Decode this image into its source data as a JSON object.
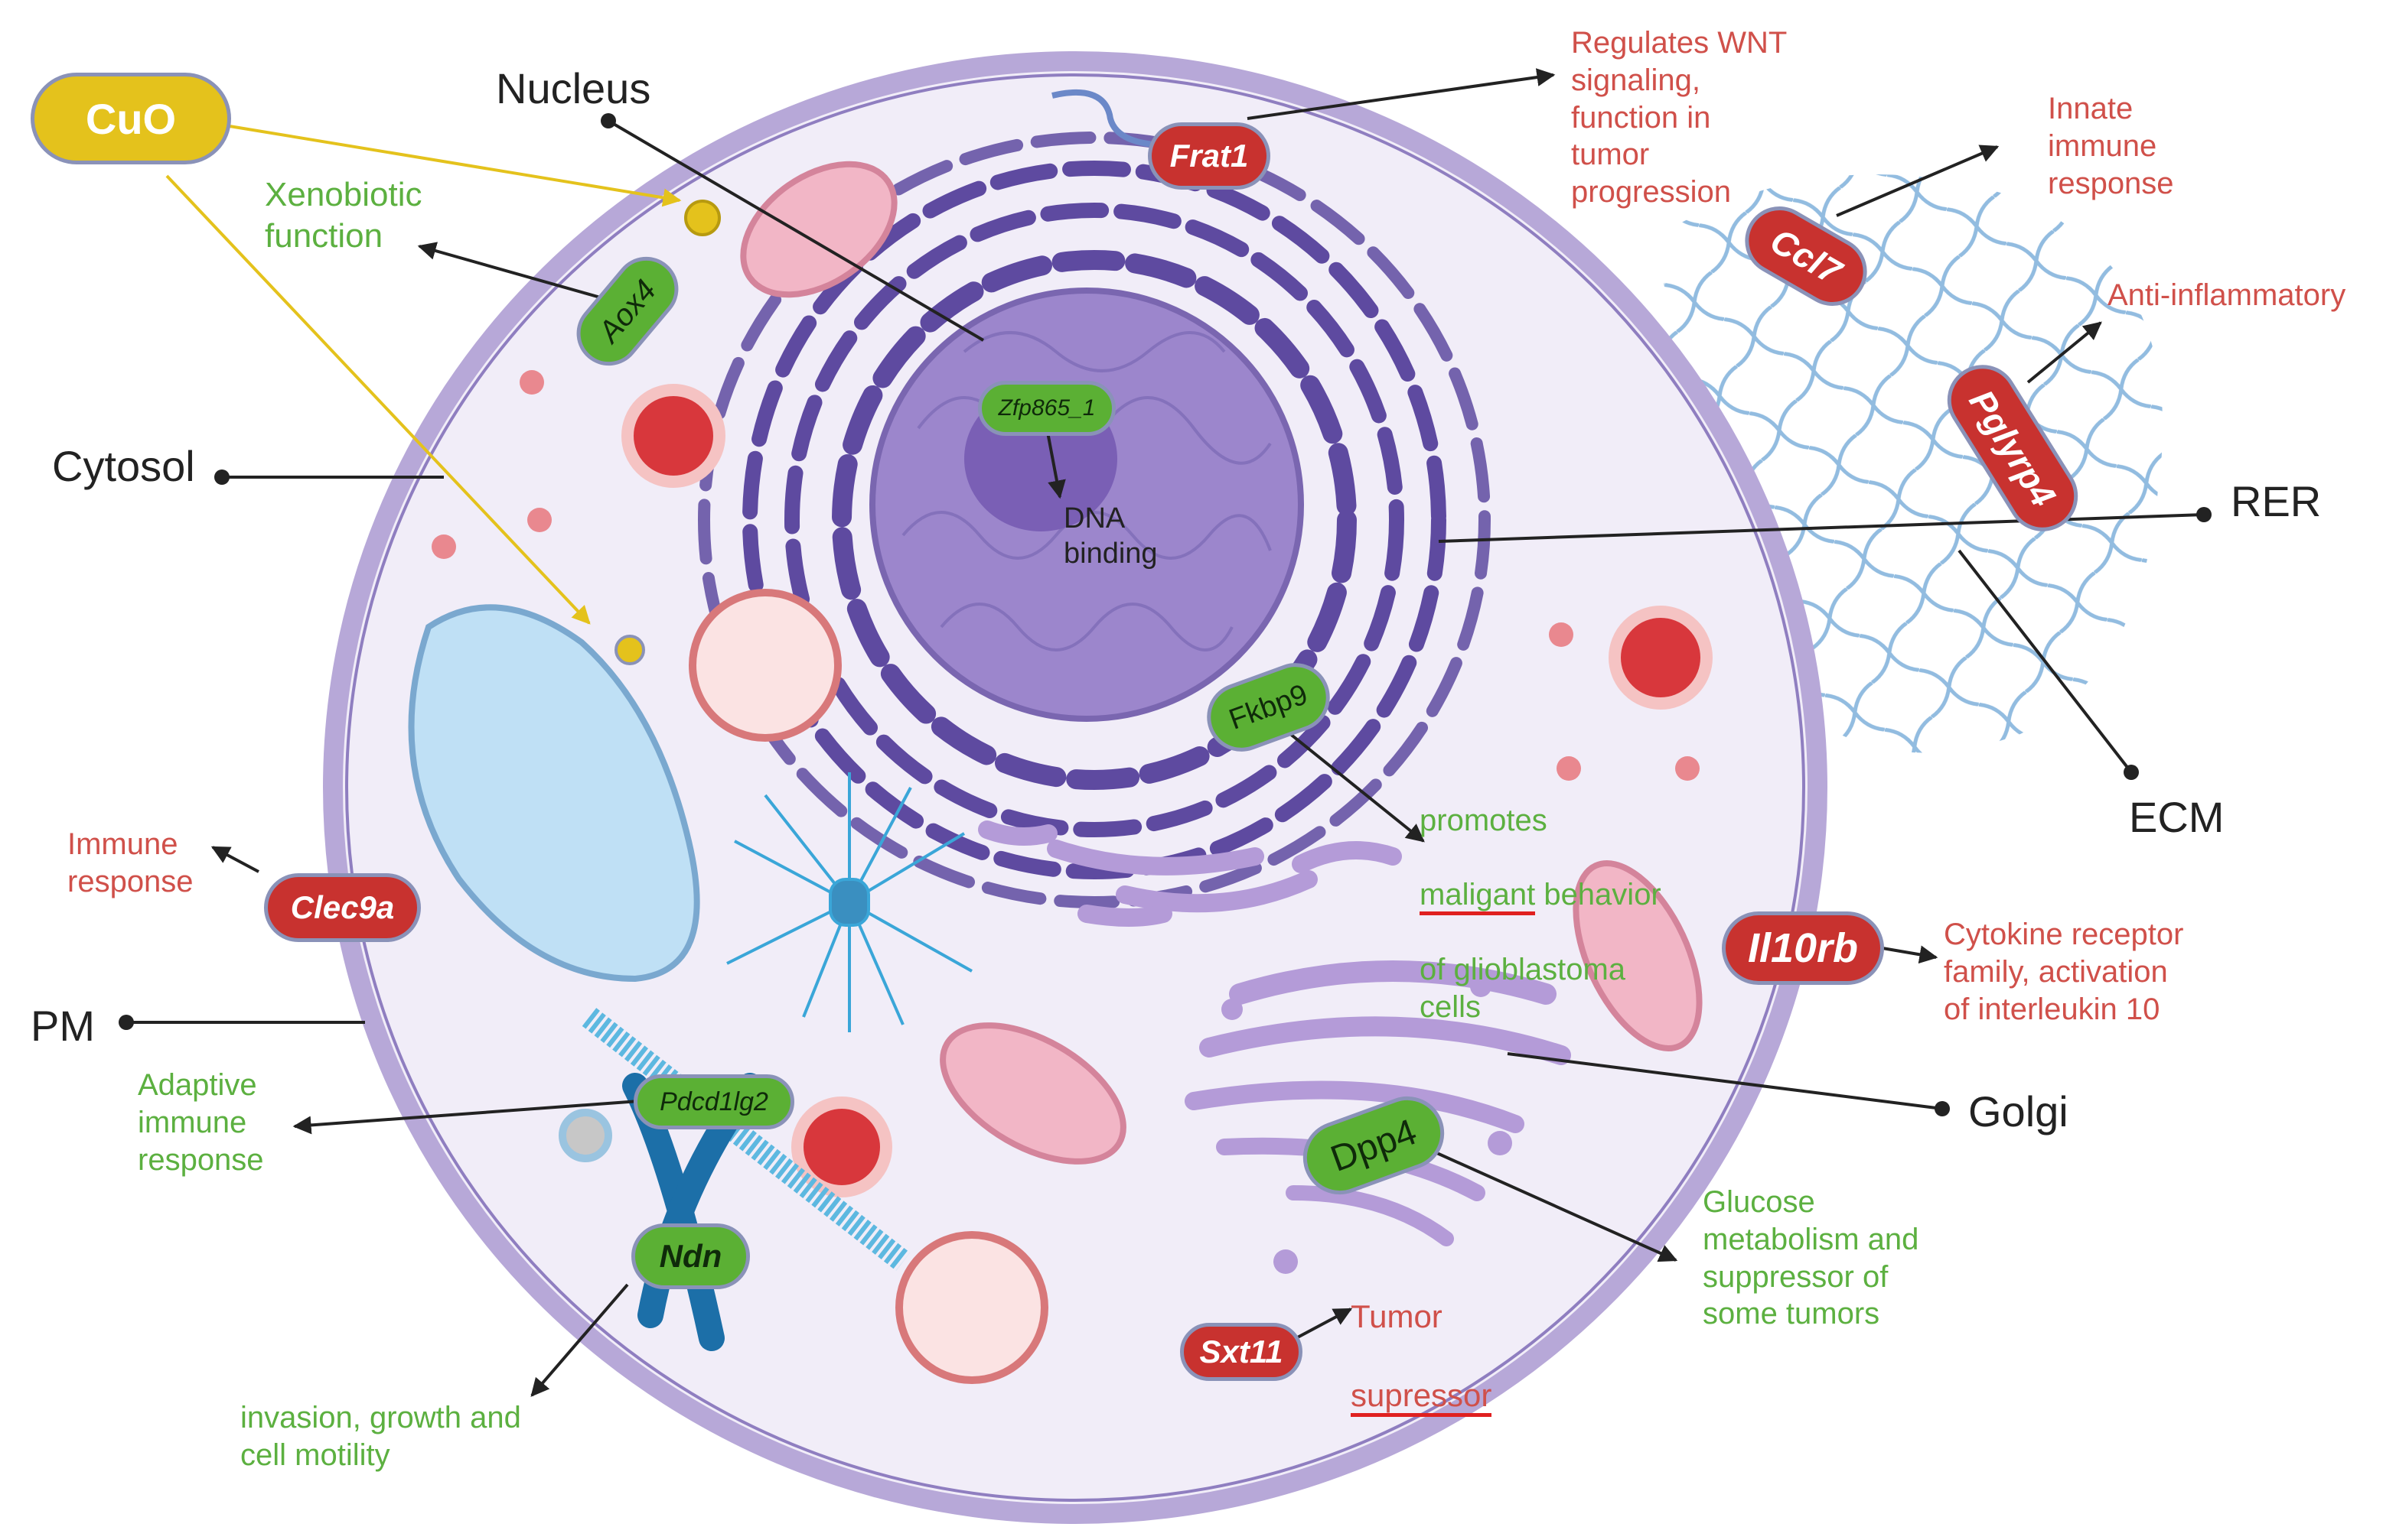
{
  "colors": {
    "membrane": "#b7a8d8",
    "cytosol": "#f1edf8",
    "nucleus": "#9c86cc",
    "rer": "#5e4aa0",
    "green_label": "#5cb040",
    "red_label": "#d0504a",
    "cuo": "#e4c21c"
  },
  "structures": {
    "nucleus": "Nucleus",
    "cytosol": "Cytosol",
    "pm": "PM",
    "rer": "RER",
    "ecm": "ECM",
    "golgi": "Golgi"
  },
  "compound": "CuO",
  "genes": {
    "frat1": "Frat1",
    "ccl7": "Ccl7",
    "pglyrp4": "Pglyrp4",
    "aox4": "Aox4",
    "zfp865": "Zfp865_1",
    "fkbp9": "Fkbp9",
    "clec9a": "Clec9a",
    "il10rb": "Il10rb",
    "pdcd1lg2": "Pdcd1lg2",
    "ndn": "Ndn",
    "dpp4": "Dpp4",
    "sxt11": "Sxt11"
  },
  "functions": {
    "frat1": "Regulates WNT\nsignaling,\nfunction in\ntumor\nprogression",
    "ccl7": "Innate\nimmune\nresponse",
    "pglyrp4": "Anti-inflammatory",
    "aox4": "Xenobiotic\nfunction",
    "zfp865": "DNA\nbinding",
    "fkbp9_a": "promotes",
    "fkbp9_b": "maligant",
    "fkbp9_c": " behavior",
    "fkbp9_d": "of glioblastoma\ncells",
    "clec9a": "Immune\nresponse",
    "il10rb": "Cytokine receptor\nfamily, activation\nof interleukin 10",
    "pdcd1lg2": "Adaptive\nimmune\nresponse",
    "ndn": "invasion, growth and\ncell motility",
    "dpp4": "Glucose\nmetabolism and\nsuppressor of\nsome tumors",
    "sxt11_a": "Tumor",
    "sxt11_b": "supressor"
  }
}
